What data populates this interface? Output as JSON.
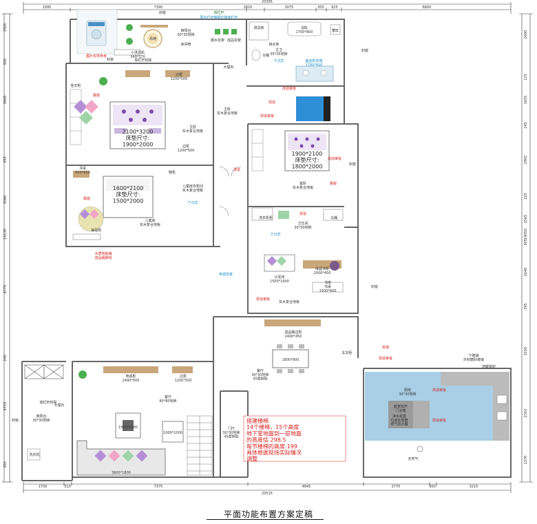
{
  "caption": "平面功能布置方案定稿",
  "dims": {
    "top_total": "20395",
    "top": [
      "1995",
      "7390",
      "2820",
      "3075",
      "305",
      "625",
      "6800"
    ],
    "bottom_total": "20515",
    "bottom": [
      "1700",
      "310",
      "7375",
      "4845",
      "2770",
      "300",
      "3215"
    ],
    "left_total": "19135",
    "left": [
      "1505",
      "300",
      "3945",
      "355",
      "3060",
      "4775",
      "240",
      "4715",
      "300"
    ],
    "right_total": "19050",
    "right": [
      "2600",
      "125",
      "1655",
      "245",
      "2965",
      "225",
      "1565",
      "305",
      "2640",
      "295",
      "3150",
      "2310",
      "1370"
    ]
  },
  "labels": {
    "window": "封窗",
    "balcony_rail": "阳台栏杆换钢化玻璃栏杆",
    "iron_rail": "铁栏杆",
    "washer_photo": "图片仅供参考",
    "small_washer": "小洗衣机\n340*370",
    "iron_rail_removed": "铁栏杆拆除",
    "leisure_balcony": "西阳台\n30*30地砖",
    "leisure_chair": "休闲椅",
    "swing": "吊椅",
    "flower_stand": "顺水花架",
    "flowers": "成品花架",
    "marble_sill": "大理石",
    "shower": "淋浴房",
    "bathtub": "浴缸\n1700*800",
    "boat": "蟹缸",
    "toilet": "马桶",
    "drying": "挡水条",
    "main_bath": "主卫\n35*35地砖",
    "downlight": "下沉式",
    "sink_basin": "面盆柜加墙\n1700*600",
    "tv_bench": "边框\n1200*500",
    "boudoir": "主卧\n实木复合地板",
    "hang_cabinet": "挂衣柜",
    "bed_main": "2100*3200\n床垫尺寸:\n1900*2000",
    "desk": "书桌\n900*600",
    "bay": "飘窗",
    "stool": "凳子",
    "shoe_cabinet": "鞋柜",
    "drawer": "抽屉柜",
    "side_cab": "边柜\n1200*500",
    "kids_room": "儿童房\n实木复合地板",
    "bed_kids": "1600*2100\n床垫尺寸:\n1500*2000",
    "kids_closet": "儿童房衣柜间\n实木复合地板",
    "bed_second": "1900*2100\n床垫尺寸:\n1800*2000",
    "guest_room": "客卧\n实木复合地板",
    "second_bath": "卫生间\n30*30地砖",
    "toilet2": "马桶",
    "washer2": "洗衣机柜",
    "sofa_bed": "沙发床\n1500*1900",
    "study": "书房",
    "study_floor": "实木复合地板",
    "bookcase": "成品书柜\n2000*450",
    "study_desk": "书桌\n1500*600",
    "entry_cab": "玄关柜",
    "dining_sideboard": "成品餐边柜\n2400*450",
    "dining_table": "1600*800",
    "dining": "餐厅\n30*30地砖\n45度斜贴",
    "tv_wall": "电视背景",
    "tv_cabinet": "电视柜\n2400*500",
    "side_cabinet2": "边柜\n1200*500",
    "living": "客厅\n80*80地砖",
    "coffee_table": "1000*1000",
    "side_table": "1000*1000",
    "sofa": "3600*1800",
    "south_balcony": "南阳台\n30*30地砖",
    "washer3": "洗衣机",
    "kitchen": "厨房\n30*30地砖",
    "fridge_zone": "超宽双开\n门冰箱",
    "water_zone": "净水装置\n垃圾处理器\n燃气热水器",
    "entry": "门厅\n30*30地砖\n45度斜贴",
    "gas": "天然气",
    "range_hood": "地暖锅炉",
    "window_glass": "下玻璃\n外封磨砂玻璃",
    "change": "改造",
    "change_wall": "改造审批",
    "removed": "拆墙",
    "new_wall": "新砌墙",
    "floor_note": "木质地板铺\n成品踢脚线",
    "stair_note": "搭建楼梯\n14个楼梯，15个高度\n地下室地面到一层地面\n的高度估 298.5\n每节楼梯的高度:199\n具体根据现场实际情况\n调整"
  },
  "colors": {
    "wall": "#666666",
    "accent_red": "#d81b1b",
    "accent_cyan": "#1a8fc8",
    "kitchen_blue": "#a8cfe6",
    "bath_blue": "#2f8fd6",
    "fabric_purple": "#7a4ea8",
    "plant_green": "#4caf50",
    "wood": "#c9a77a"
  }
}
